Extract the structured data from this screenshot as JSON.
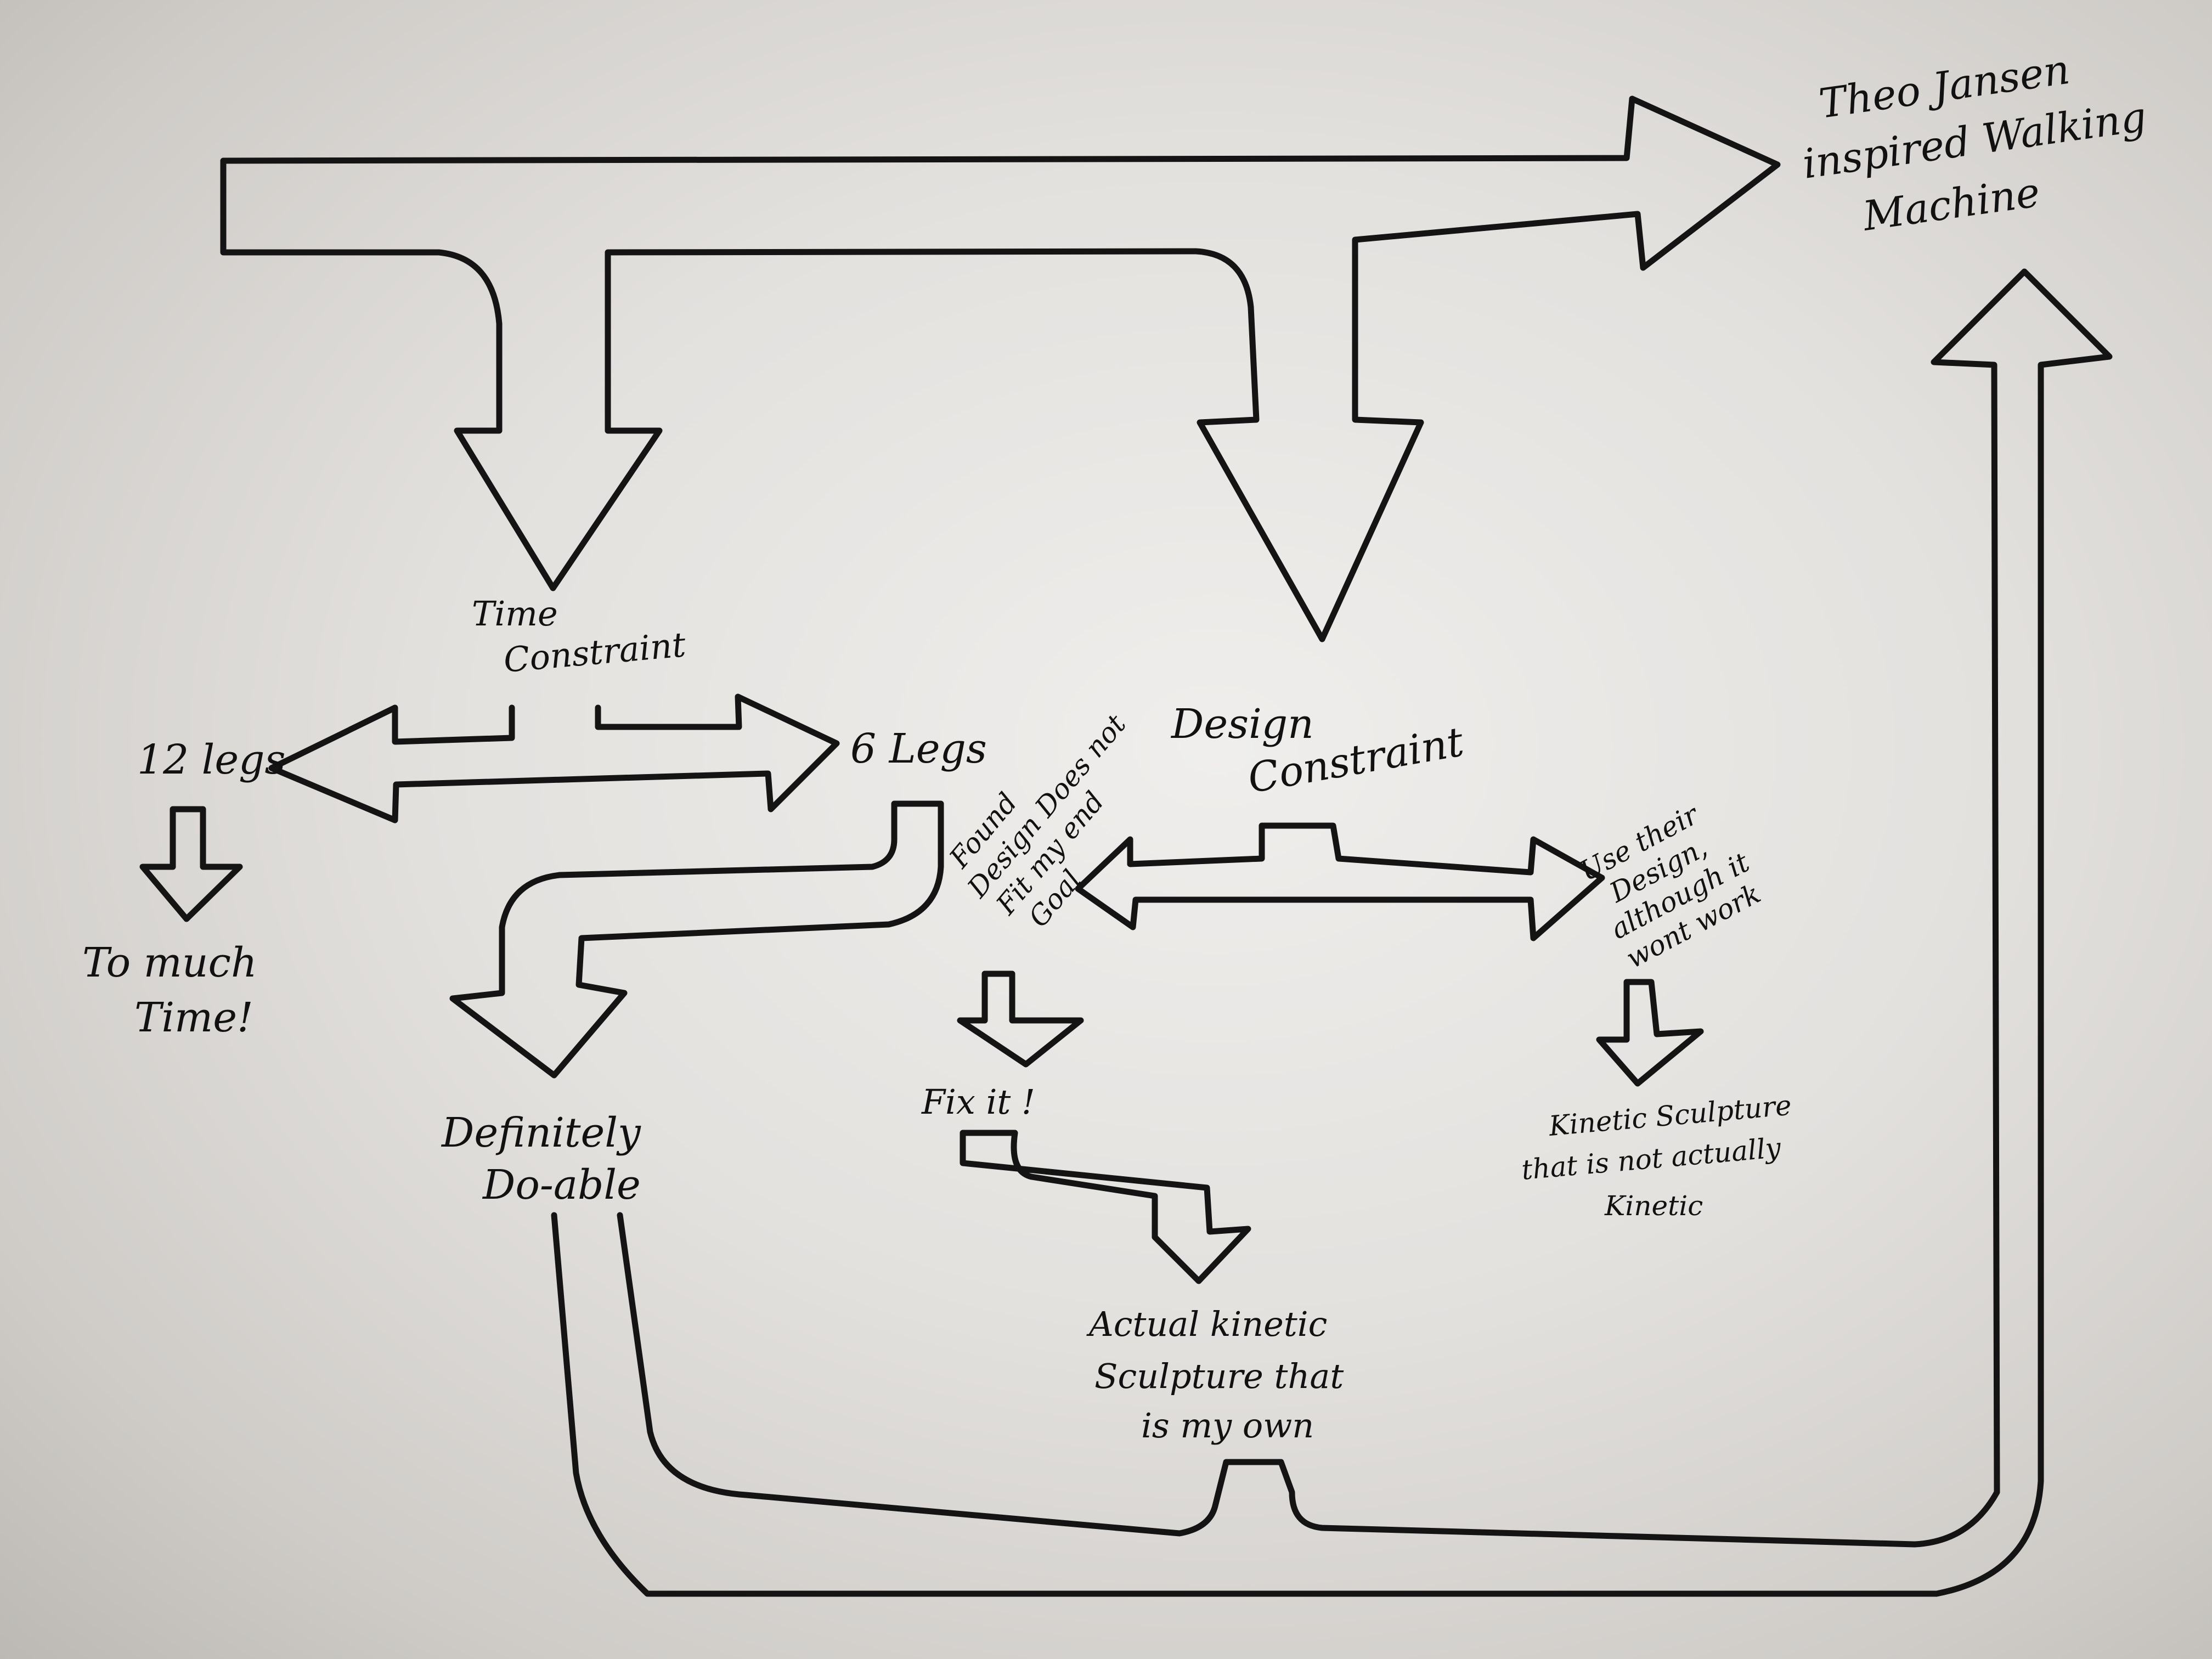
{
  "diagram": {
    "title": "Theo Jansen inspired Walking Machine",
    "nodes": {
      "goal": {
        "lines": [
          "Theo Jansen",
          "inspired Walking",
          "Machine"
        ]
      },
      "time_constraint": {
        "lines": [
          "Time",
          "Constraint"
        ]
      },
      "design_constraint": {
        "lines": [
          "Design",
          "Constraint"
        ]
      },
      "twelve_legs": {
        "lines": [
          "12 legs"
        ]
      },
      "six_legs": {
        "lines": [
          "6 Legs"
        ]
      },
      "too_much_time": {
        "lines": [
          "To much",
          "Time!"
        ]
      },
      "definitely_doable": {
        "lines": [
          "Definitely",
          "Do-able"
        ]
      },
      "found_design": {
        "lines": [
          "Found",
          "Design Does not",
          "Fit my end",
          "Goal"
        ]
      },
      "use_their_design": {
        "lines": [
          "Use their",
          "Design,",
          "although it",
          "wont work"
        ]
      },
      "fix_it": {
        "lines": [
          "Fix it !"
        ]
      },
      "not_kinetic": {
        "lines": [
          "Kinetic Sculpture",
          "that is not actually",
          "Kinetic"
        ]
      },
      "actual_kinetic": {
        "lines": [
          "Actual kinetic",
          "Sculpture that",
          "is my own"
        ]
      }
    },
    "edges": [
      {
        "from": "top-branch",
        "to": "goal"
      },
      {
        "from": "top-branch",
        "to": "time_constraint"
      },
      {
        "from": "top-branch",
        "to": "design_constraint"
      },
      {
        "from": "time_constraint",
        "to": "twelve_legs"
      },
      {
        "from": "time_constraint",
        "to": "six_legs"
      },
      {
        "from": "twelve_legs",
        "to": "too_much_time"
      },
      {
        "from": "six_legs",
        "to": "definitely_doable"
      },
      {
        "from": "design_constraint",
        "to": "found_design"
      },
      {
        "from": "design_constraint",
        "to": "use_their_design"
      },
      {
        "from": "found_design",
        "to": "fix_it"
      },
      {
        "from": "fix_it",
        "to": "actual_kinetic"
      },
      {
        "from": "use_their_design",
        "to": "not_kinetic"
      },
      {
        "from": "definitely_doable",
        "to": "goal"
      },
      {
        "from": "actual_kinetic",
        "to": "goal"
      }
    ],
    "colors": {
      "ink": "#141414",
      "paper": "#e6e4e1"
    }
  }
}
